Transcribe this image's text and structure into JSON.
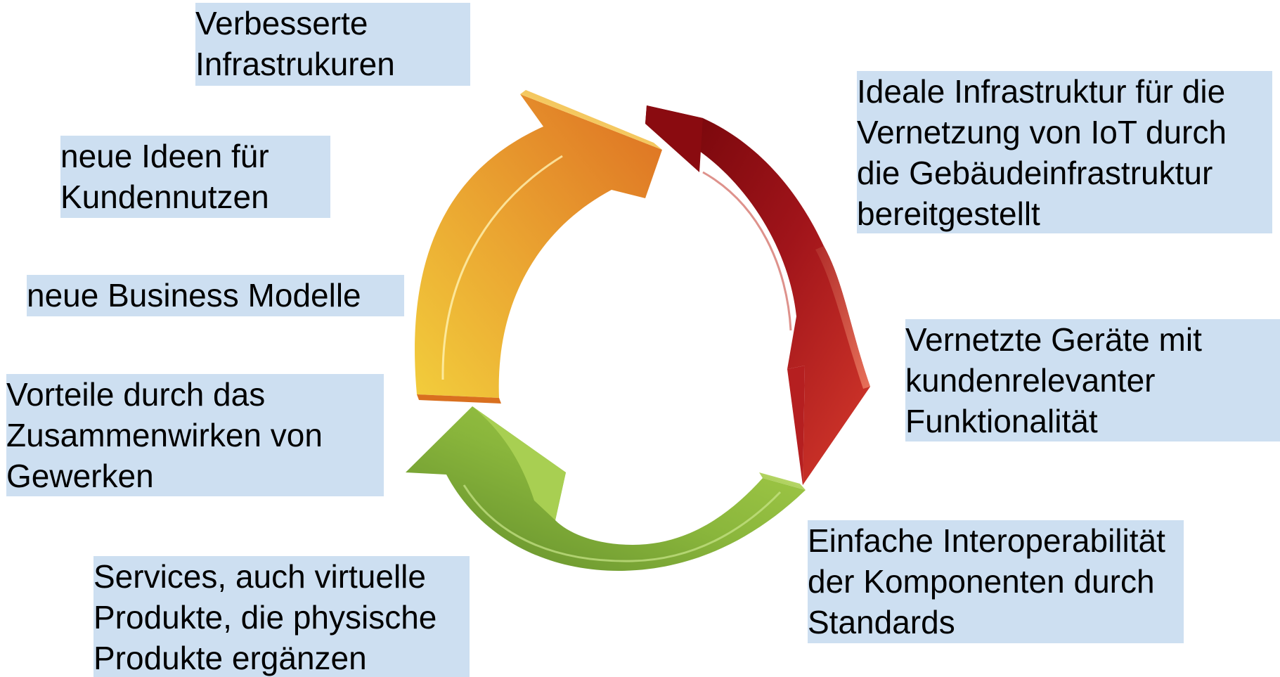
{
  "labels": {
    "infrastructure": "Verbesserte\nInfrastrukuren",
    "ideas": "neue Ideen für\nKundennutzen",
    "business": "neue Business Modelle",
    "vorteile": "Vorteile durch das\nZusammenwirken von\nGewerken",
    "services": "Services, auch virtuelle\nProdukte, die physische\nProdukte ergänzen",
    "ideal": "Ideale Infrastruktur für die\nVernetzung von IoT durch\ndie Gebäudeinfrastruktur\nbereitgestellt",
    "geraete": "Vernetzte Geräte mit\nkundenrelevanter\nFunktionalität",
    "interop": "Einfache Interoperabilität\nder Komponenten durch\nStandards"
  },
  "colors": {
    "label_background": "#cddff1",
    "arrow_orange": "#e8962f",
    "arrow_red": "#a5151b",
    "arrow_green": "#8dbb3c"
  }
}
